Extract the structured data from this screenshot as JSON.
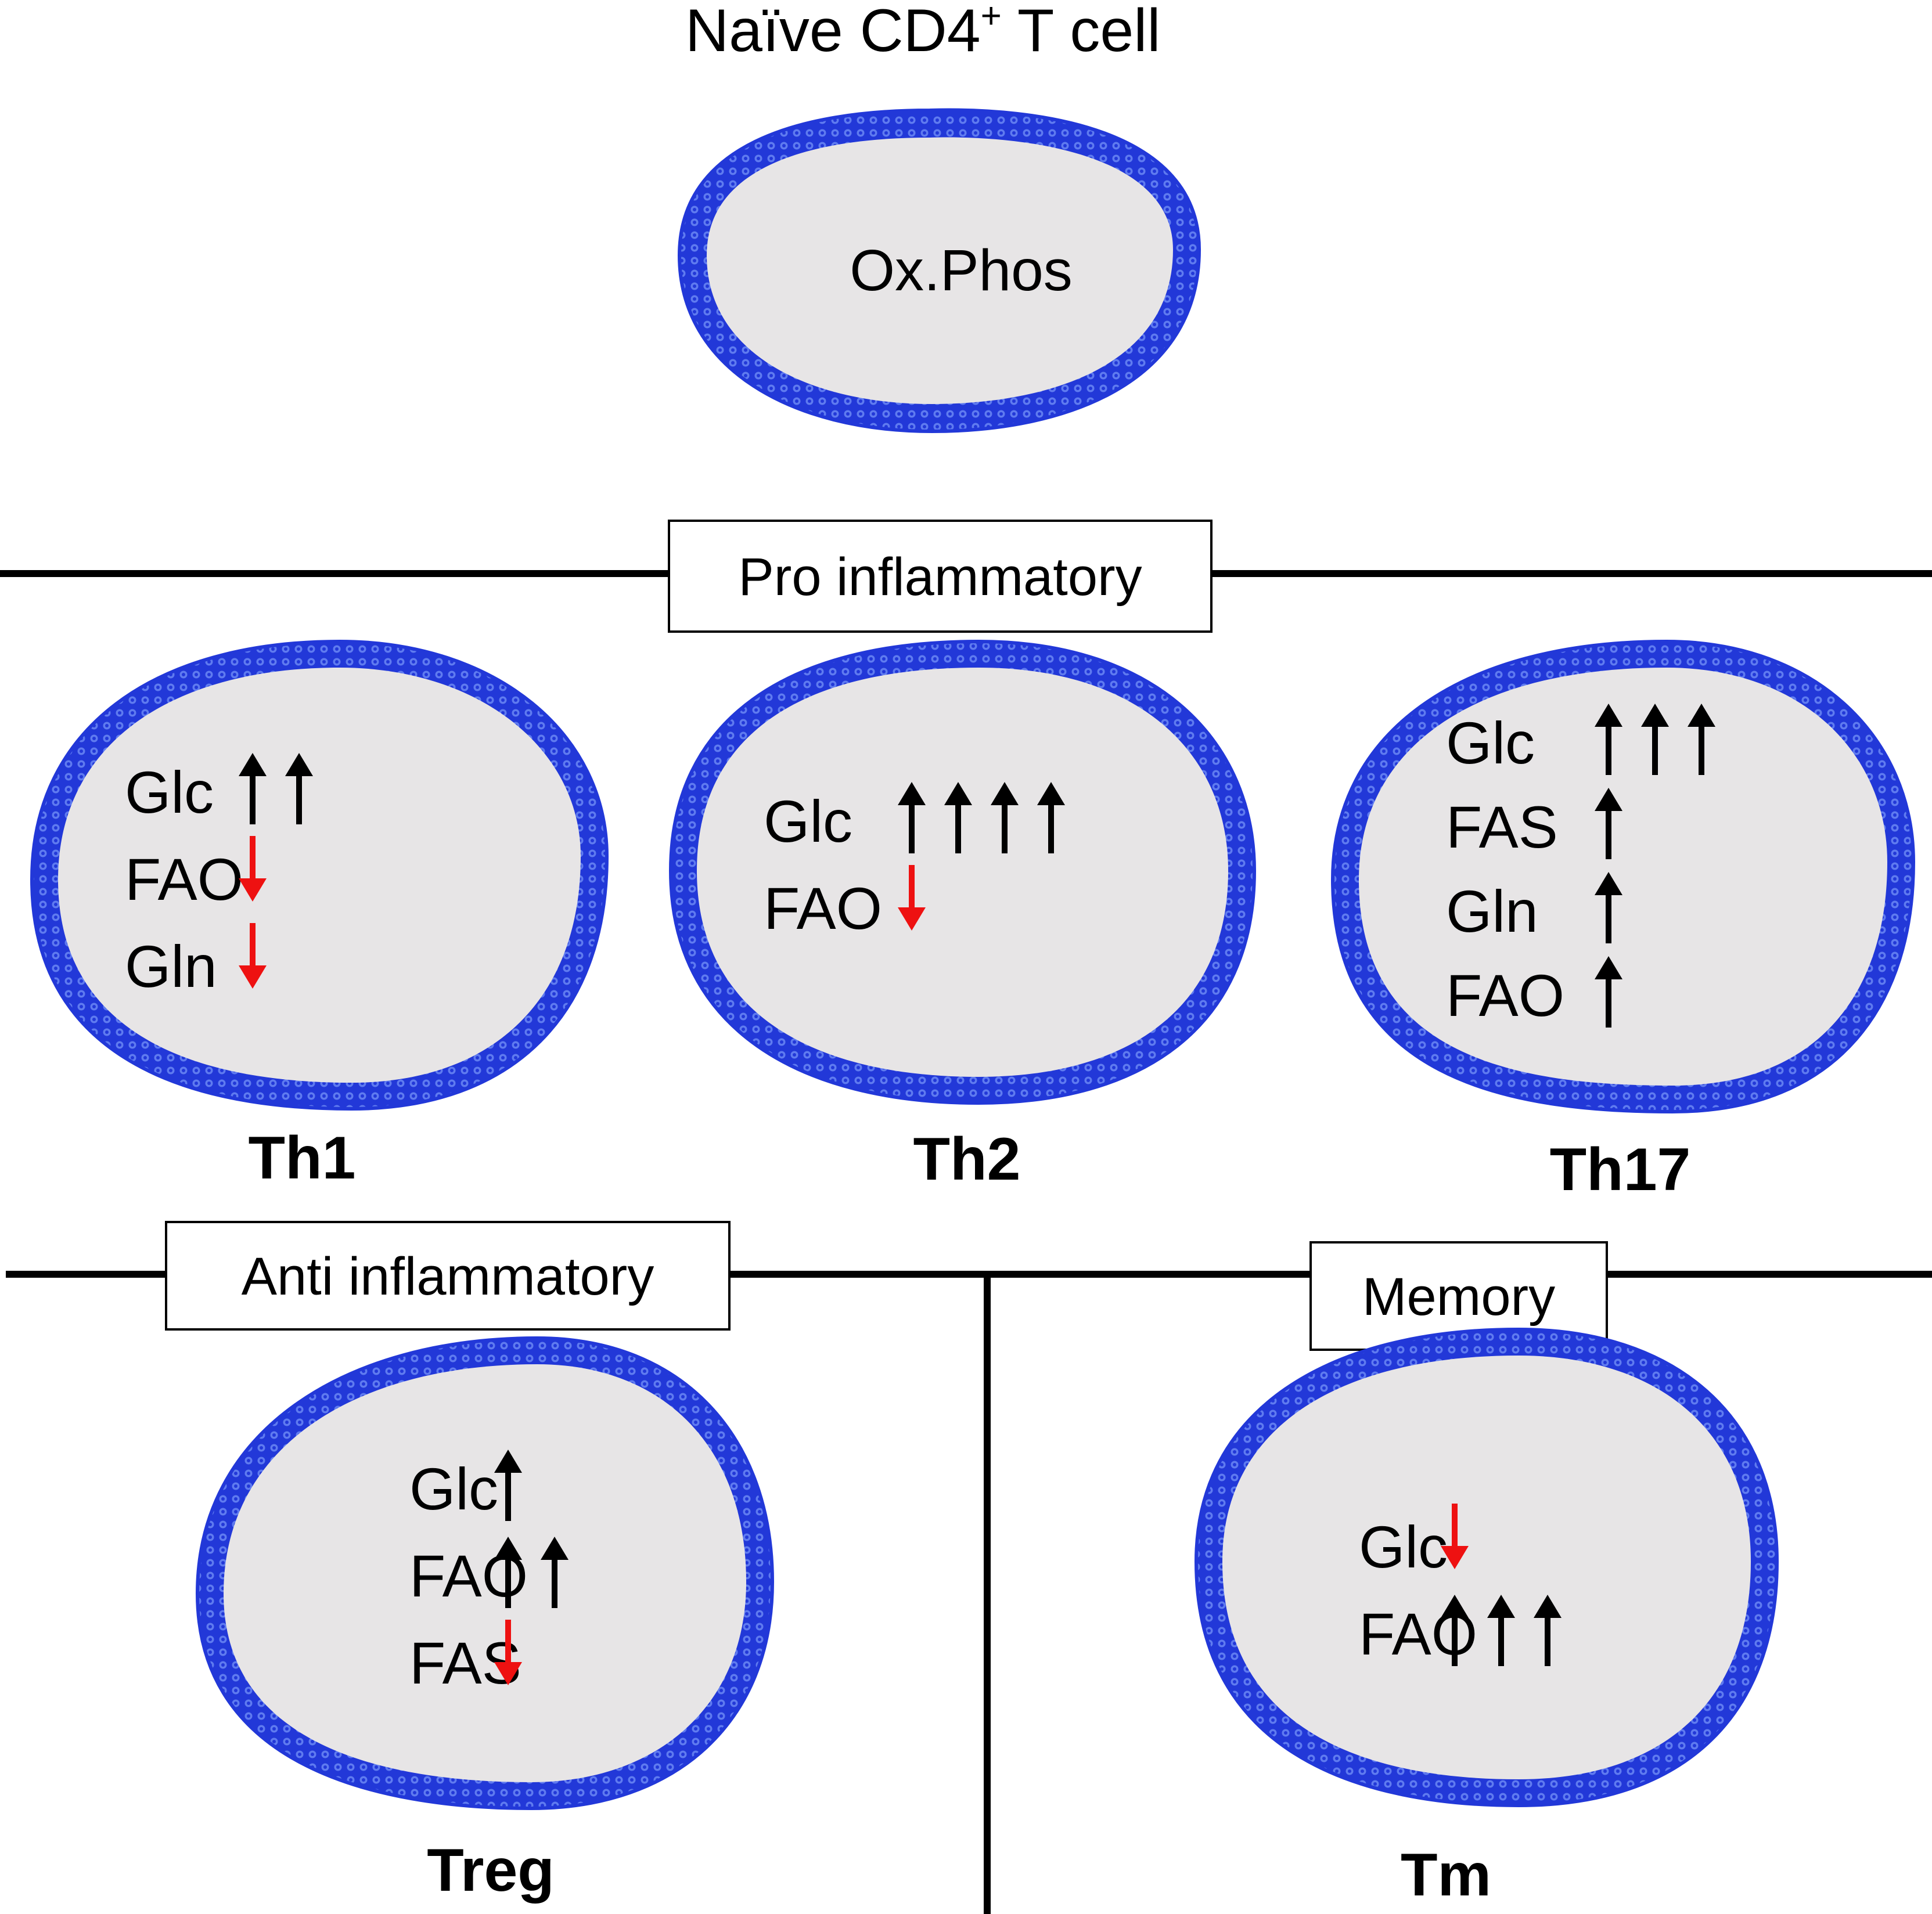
{
  "colors": {
    "membrane": "#2238d8",
    "membrane_inner": "#5f7bf0",
    "membrane_glow": "#8fd0f0",
    "cytoplasm": "#e7e5e6",
    "up_arrow": "#000000",
    "down_arrow": "#ee1111",
    "line": "#000000"
  },
  "top": {
    "title_main": "Naïve CD4",
    "title_sup": "+",
    "title_tail": " T cell",
    "cell_label": "Ox.Phos"
  },
  "sections": {
    "pro": "Pro inflammatory",
    "anti": "Anti inflammatory",
    "memory": "Memory"
  },
  "cells": [
    {
      "id": "th1",
      "name": "Th1",
      "rows": [
        {
          "label": "Glc",
          "dir": "up",
          "count": 2
        },
        {
          "label": "FAO",
          "dir": "down",
          "count": 1
        },
        {
          "label": "Gln",
          "dir": "down",
          "count": 1
        }
      ]
    },
    {
      "id": "th2",
      "name": "Th2",
      "rows": [
        {
          "label": "Glc",
          "dir": "up",
          "count": 4
        },
        {
          "label": "FAO",
          "dir": "down",
          "count": 1
        }
      ]
    },
    {
      "id": "th17",
      "name": "Th17",
      "rows": [
        {
          "label": "Glc",
          "dir": "up",
          "count": 3
        },
        {
          "label": "FAS",
          "dir": "up",
          "count": 1
        },
        {
          "label": "Gln",
          "dir": "up",
          "count": 1
        },
        {
          "label": "FAO",
          "dir": "up",
          "count": 1
        }
      ]
    },
    {
      "id": "treg",
      "name": "Treg",
      "rows": [
        {
          "label": "Glc",
          "dir": "up",
          "count": 1
        },
        {
          "label": "FAO",
          "dir": "up",
          "count": 2
        },
        {
          "label": "FAS",
          "dir": "down",
          "count": 1
        }
      ]
    },
    {
      "id": "tm",
      "name": "Tm",
      "rows": [
        {
          "label": "Glc",
          "dir": "down",
          "count": 1
        },
        {
          "label": "FAO",
          "dir": "up",
          "count": 3
        }
      ]
    }
  ]
}
